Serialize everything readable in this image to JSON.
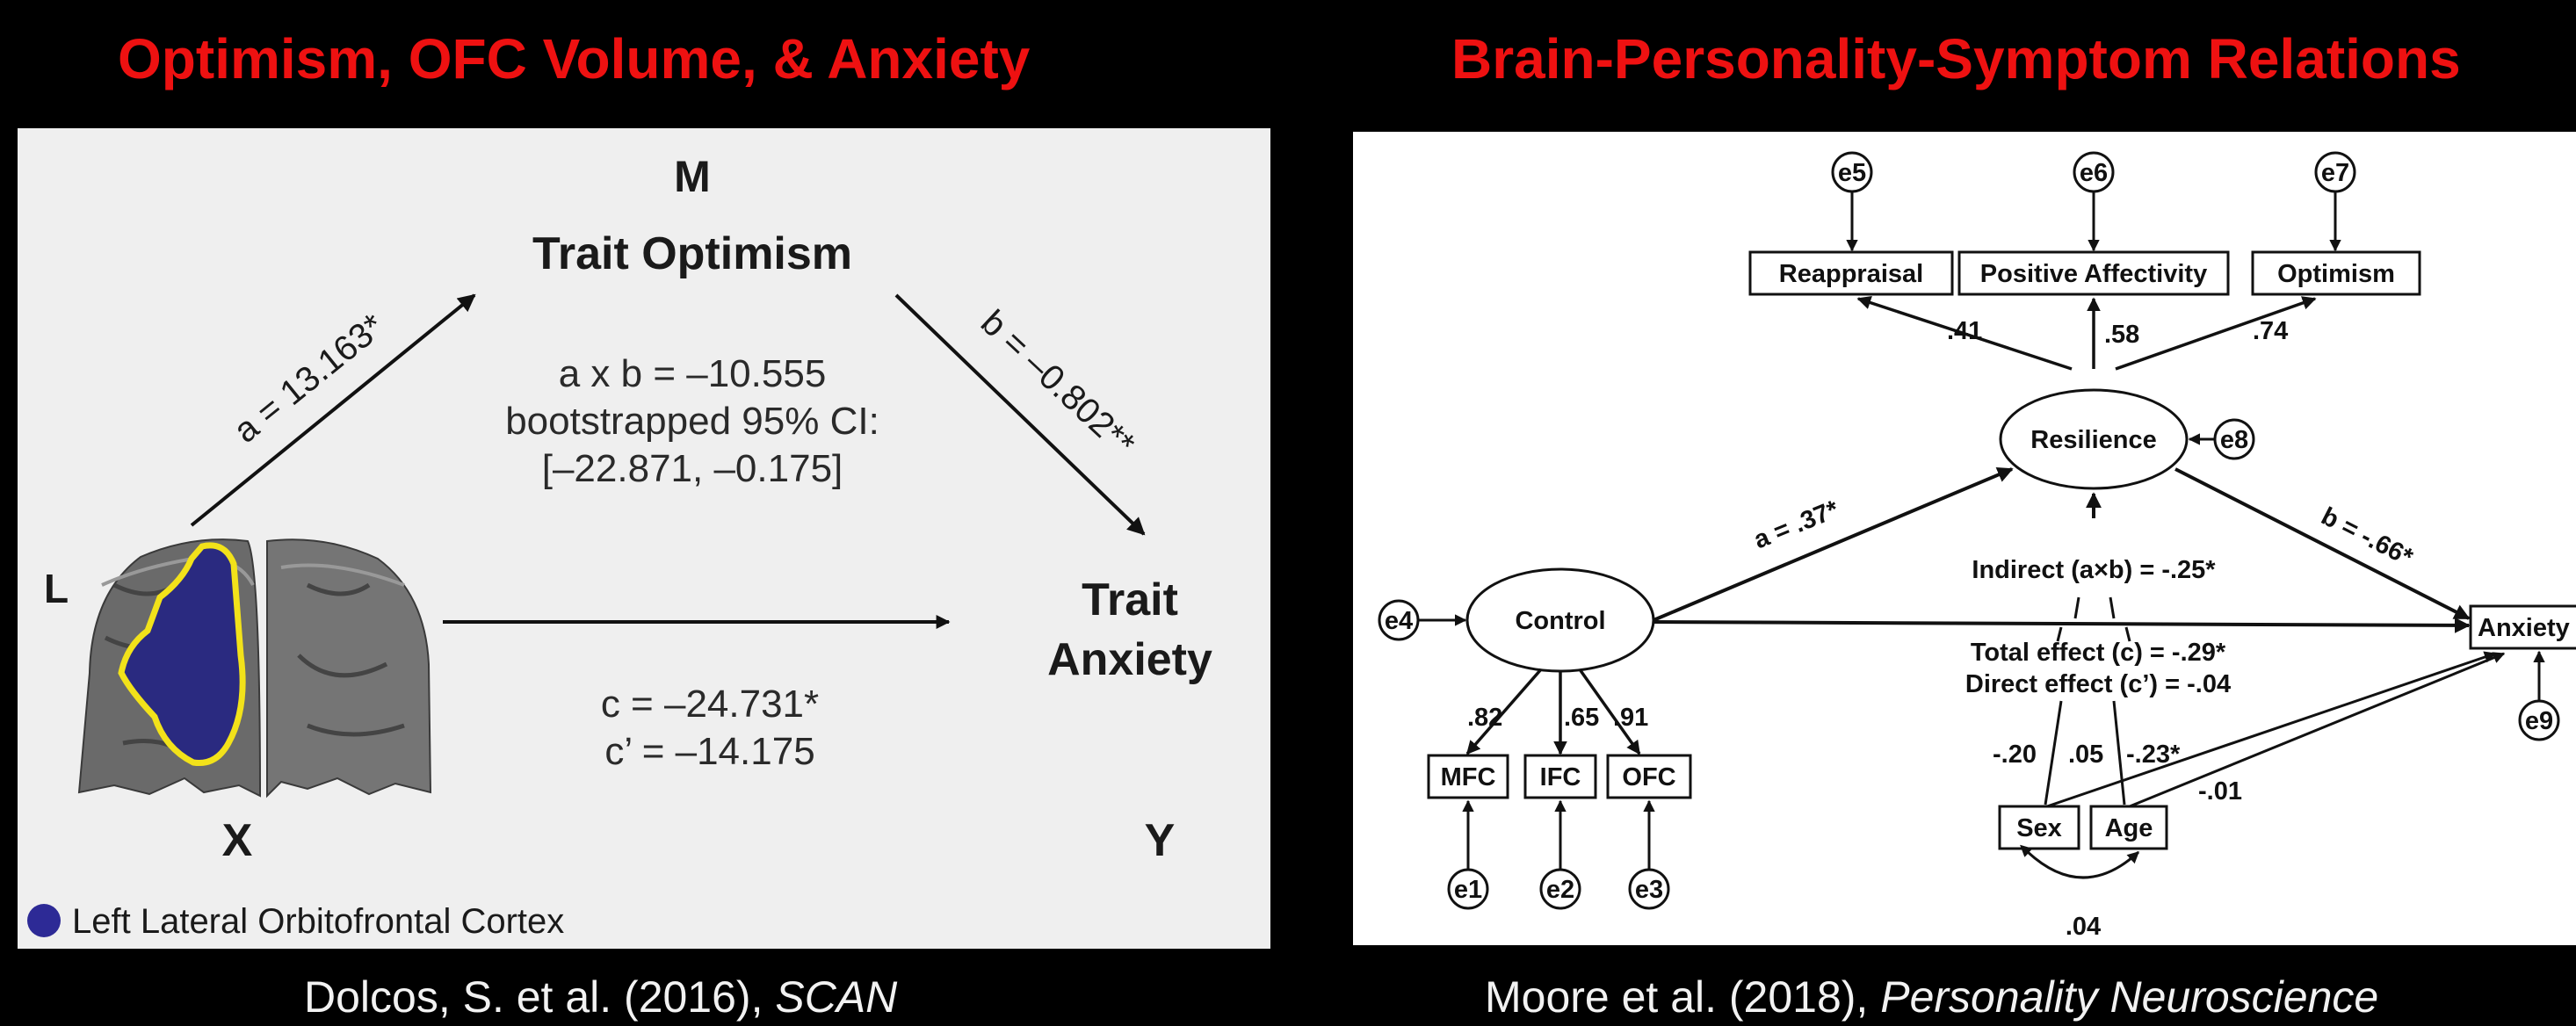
{
  "left": {
    "title": "Optimism, OFC Volume, & Anxiety",
    "citation": "Dolcos, S. et al. (2016), ",
    "citation_journal": "SCAN",
    "m_letter": "M",
    "mediator": "Trait Optimism",
    "indirect_line1": "a x b = –10.555",
    "indirect_line2": "bootstrapped 95% CI:",
    "indirect_line3": "[–22.871, –0.175]",
    "path_a": "a = 13.163*",
    "path_b": "b = –0.802**",
    "path_c": "c = –24.731*",
    "path_c_prime": "c’ = –14.175",
    "hemisphere": "L",
    "x_letter": "X",
    "y_letter": "Y",
    "outcome_line1": "Trait",
    "outcome_line2": "Anxiety",
    "legend": "Left Lateral Orbitofrontal Cortex",
    "colors": {
      "ofc_fill": "#2a2a80",
      "ofc_outline": "#f2e21a",
      "legend_dot": "#2d2a96"
    }
  },
  "right": {
    "title": "Brain-Personality-Symptom Relations",
    "citation": "Moore et al. (2018), ",
    "citation_journal": "Personality Neuroscience",
    "errors": [
      "e1",
      "e2",
      "e3",
      "e4",
      "e5",
      "e6",
      "e7",
      "e8",
      "e9"
    ],
    "indicators_top": [
      "Reappraisal",
      "Positive Affectivity",
      "Optimism"
    ],
    "indicators_bottom": [
      "MFC",
      "IFC",
      "OFC"
    ],
    "latent_resilience": "Resilience",
    "latent_control": "Control",
    "outcome": "Anxiety",
    "covariates": [
      "Sex",
      "Age"
    ],
    "loadings_top": [
      ".41",
      ".58",
      ".74"
    ],
    "loadings_bottom": [
      ".82",
      ".65",
      ".91"
    ],
    "path_a": "a = .37*",
    "path_b": "b = -.66*",
    "indirect": "Indirect (a×b) = -.25*",
    "total": "Total effect (c) = -.29*",
    "direct": "Direct effect (c’) = -.04",
    "cov_paths": [
      "-.20",
      ".05",
      "-.23*",
      "-.01"
    ],
    "sex_age_corr": ".04"
  },
  "colors": {
    "title_red": "#ee1111",
    "citation_text": "#f2f2f2",
    "background": "#000000"
  }
}
